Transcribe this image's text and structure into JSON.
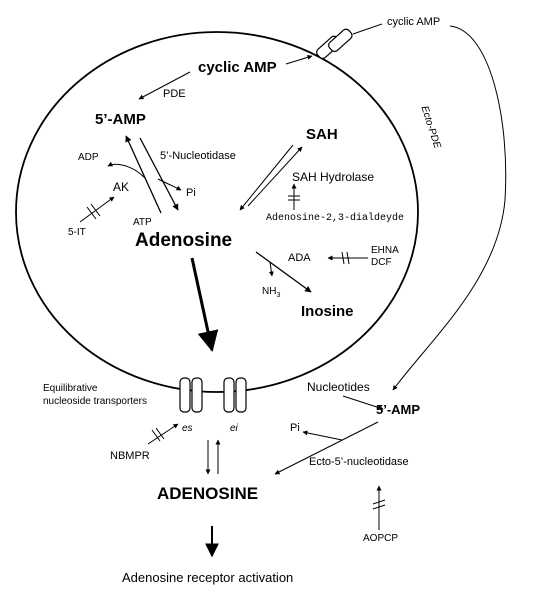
{
  "labels": {
    "cyclic_amp_in": "cyclic AMP",
    "cyclic_amp_out": "cyclic AMP",
    "pde": "PDE",
    "ecto_pde": "Ecto-PDE",
    "five_amp_in": "5’-AMP",
    "five_nucleotidase": "5’-Nucleotidase",
    "adp": "ADP",
    "ak": "AK",
    "pi_in": "Pi",
    "atp": "ATP",
    "five_it": "5-IT",
    "adenosine_in": "Adenosine",
    "sah": "SAH",
    "sah_hydrolase": "SAH Hydrolase",
    "adenosine_dialdehyde": "Adenosine-2,3-dialdeyde",
    "ada": "ADA",
    "ehna": "EHNA",
    "dcf": "DCF",
    "nh3": "NH",
    "nh3_sub": "3",
    "inosine": "Inosine",
    "transporters_line1": "Equilibrative",
    "transporters_line2": "nucleoside transporters",
    "es": "es",
    "ei": "ei",
    "nbmpr": "NBMPR",
    "nucleotides": "Nucleotides",
    "five_amp_out": "5’-AMP",
    "pi_out": "Pi",
    "ecto_nucleotidase": "Ecto-5’-nucleotidase",
    "adenosine_out": "ADENOSINE",
    "aopcp": "AOPCP",
    "receptor_activation": "Adenosine receptor activation"
  }
}
